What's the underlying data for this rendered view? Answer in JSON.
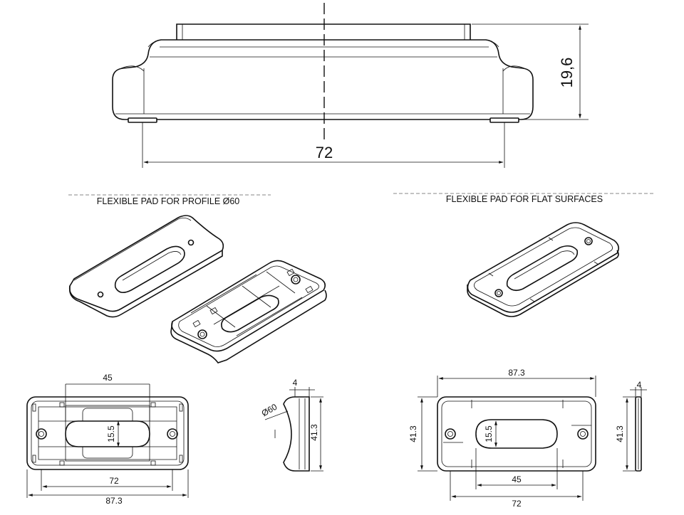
{
  "top_view": {
    "width_dim": "72",
    "height_dim": "19,6"
  },
  "captions": {
    "profile": "FLEXIBLE PAD FOR PROFILE Ø60",
    "flat": "FLEXIBLE PAD FOR FLAT SURFACES"
  },
  "profile_pad": {
    "top_width": "45",
    "slot_height": "15.5",
    "inner_width": "72",
    "outer_width": "87.3",
    "side_thickness": "4",
    "side_diameter": "Ø60",
    "side_height": "41.3"
  },
  "flat_pad": {
    "top_width": "87.3",
    "left_height": "41.3",
    "slot_height": "15.5",
    "slot_width": "45",
    "bottom_width": "72",
    "side_thickness": "4",
    "side_height": "41.3"
  }
}
